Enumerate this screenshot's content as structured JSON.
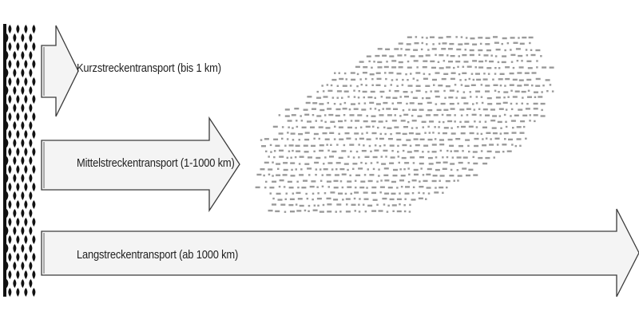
{
  "diagram": {
    "arrows": [
      {
        "id": "short",
        "label": "Kurzstreckentransport (bis 1 km)"
      },
      {
        "id": "medium",
        "label": "Mittelstreckentransport (1-1000 km)"
      },
      {
        "id": "long",
        "label": "Langstreckentransport (ab 1000 km)"
      }
    ],
    "source_label": "",
    "colors": {
      "arrow_fill": "#f4f4f4",
      "arrow_stroke": "#3a3a3a",
      "foliage": "#111111",
      "particles": "#9a9a9a",
      "text": "#222222"
    }
  }
}
